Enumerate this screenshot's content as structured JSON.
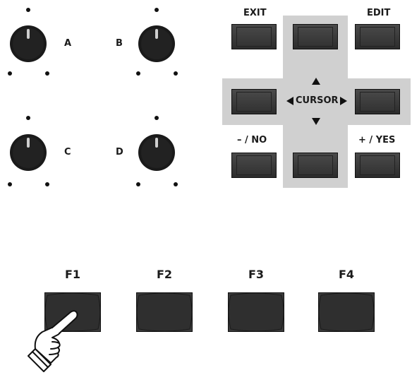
{
  "knobs": [
    {
      "label": "A"
    },
    {
      "label": "B"
    },
    {
      "label": "C"
    },
    {
      "label": "D"
    }
  ],
  "cursor_pad": {
    "exit_label": "EXIT",
    "edit_label": "EDIT",
    "cursor_label": "CURSOR",
    "no_label": "– / NO",
    "yes_label": "+ / YES"
  },
  "function_keys": [
    {
      "label": "F1"
    },
    {
      "label": "F2"
    },
    {
      "label": "F3"
    },
    {
      "label": "F4"
    }
  ],
  "colors": {
    "key_dark": "#333333",
    "pad_gray": "#d0d0d0",
    "text": "#1a1a1a"
  },
  "icons": [
    "knob-icon",
    "arrow-up-icon",
    "arrow-down-icon",
    "arrow-left-icon",
    "arrow-right-icon",
    "pointing-hand-icon"
  ]
}
